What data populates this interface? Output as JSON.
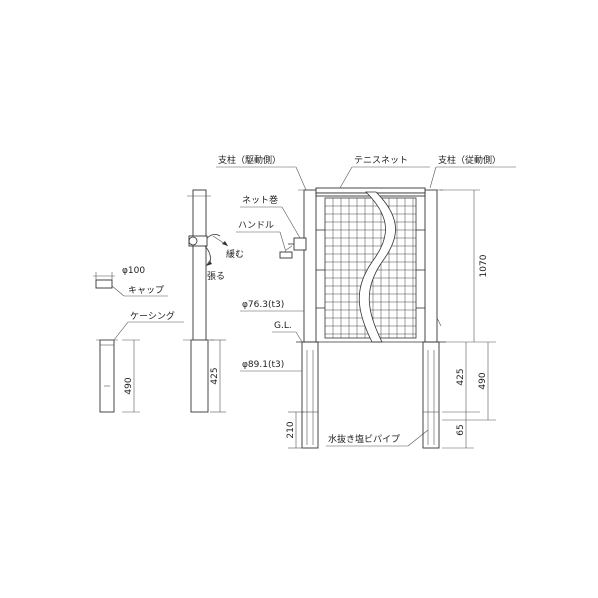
{
  "labels": {
    "post_drive": "支柱（駆動側）",
    "tennis_net": "テニスネット",
    "post_follow": "支柱（従動側）",
    "net_winder": "ネット巻",
    "handle": "ハンドル",
    "loosen": "緩む",
    "tighten": "張る",
    "diameter_100": "φ100",
    "cap": "キャップ",
    "casing": "ケーシング",
    "diameter_76": "φ76.3(t3)",
    "gl": "G.L.",
    "diameter_89": "φ89.1(t3)",
    "drain_pipe": "水抜き塩ビパイプ"
  },
  "dimensions": {
    "casing_depth": "490",
    "side_depth": "425",
    "bottom_left": "210",
    "height_total": "1070",
    "right_depth_inner": "425",
    "right_depth_outer": "490",
    "right_bottom": "65"
  }
}
